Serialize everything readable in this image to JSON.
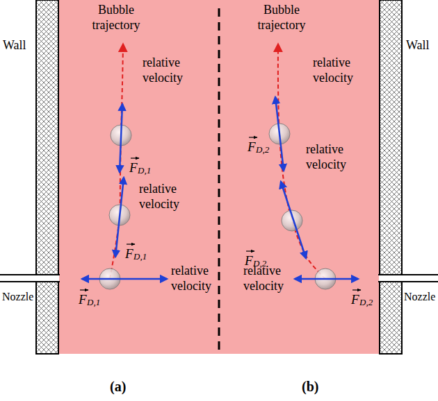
{
  "diagram": {
    "labels": [
      "Wall",
      "Bubble trajectory",
      "Bubble trajectory",
      "Wall",
      "relative velocity",
      "F",
      "D,1",
      "relative velocity",
      "F",
      "D,2",
      "relative velocity",
      "F",
      "D,1",
      "relative velocity",
      "F",
      "D,2",
      "relative velocity",
      "Nozzle",
      "F",
      "D,1",
      "relative velocity",
      "F",
      "D,2",
      "Nozzle",
      "(a)",
      "(b)"
    ]
  }
}
